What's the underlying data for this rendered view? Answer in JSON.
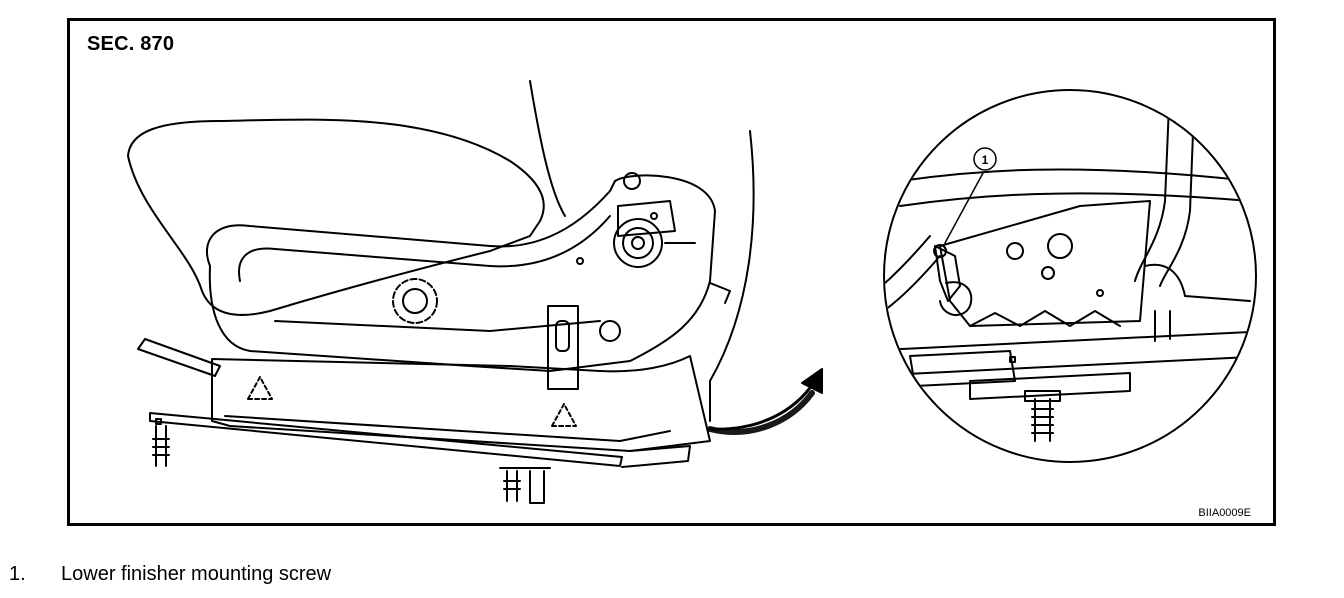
{
  "figure": {
    "section_label": "SEC. 870",
    "figure_code": "BIIA0009E",
    "callouts": [
      {
        "number": "1"
      }
    ]
  },
  "legend": [
    {
      "number": "1.",
      "text": "Lower finisher mounting screw"
    }
  ]
}
